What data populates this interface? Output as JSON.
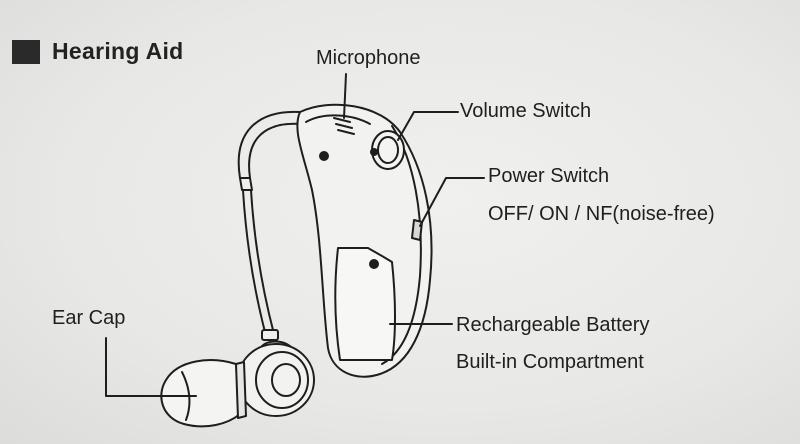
{
  "heading": "Hearing Aid",
  "labels": {
    "microphone": "Microphone",
    "volume_switch": "Volume Switch",
    "power_switch": "Power Switch",
    "power_switch_modes": "OFF/ ON / NF(noise-free)",
    "ear_cap": "Ear Cap",
    "battery_line1": "Rechargeable Battery",
    "battery_line2": "Built-in Compartment"
  }
}
